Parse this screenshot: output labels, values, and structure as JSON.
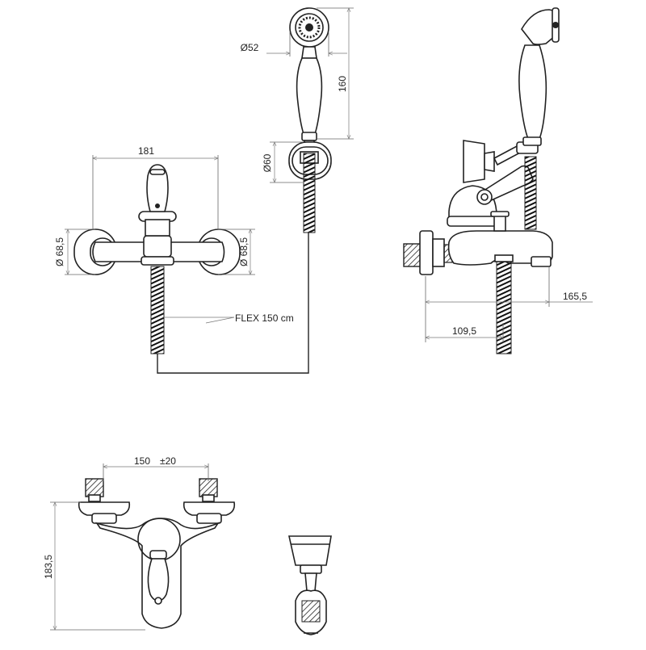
{
  "dimensions": {
    "width_181": "181",
    "diameter_68_5_left": "Ø 68,5",
    "diameter_68_5_right": "Ø 68,5",
    "diameter_52": "Ø52",
    "height_160": "160",
    "diameter_60": "Ø60",
    "flex_hose": "FLEX 150 cm",
    "reach_165_5": "165,5",
    "projection_109_5": "109,5",
    "spacing_150": "150",
    "spacing_tolerance": "±20",
    "height_183_5": "183,5"
  }
}
